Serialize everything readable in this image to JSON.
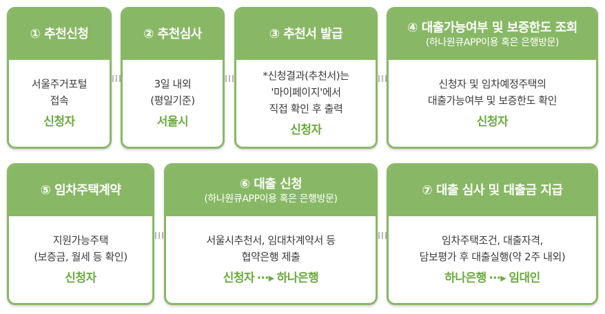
{
  "steps": [
    {
      "title": "① 추천신청",
      "lines": [
        "서울주거포털",
        "접속"
      ],
      "actor": "신청자"
    },
    {
      "title": "② 추천심사",
      "lines": [
        "3일 내외",
        "(평일기준)"
      ],
      "actor": "서울시"
    },
    {
      "title": "③ 추천서 발급",
      "lines": [
        "*신청결과(추천서)는",
        "'마이페이지'에서",
        "직접 확인 후 출력"
      ],
      "actor": "신청자"
    },
    {
      "title": "④ 대출가능여부 및 보증한도 조회",
      "subtitle": "(하나원큐APP이용 혹은 은행방문)",
      "lines": [
        "신청자 및 임차예정주택의",
        "대출가능여부 및 보증한도 확인"
      ],
      "actor": "신청자"
    },
    {
      "title": "⑤ 임차주택계약",
      "lines": [
        "지원가능주택",
        "(보증금, 월세 등 확인)"
      ],
      "actor": "신청자"
    },
    {
      "title": "⑥ 대출 신청",
      "subtitle": "(하나원큐APP이용 혹은 은행방문)",
      "lines": [
        "서울시추천서, 임대차계약서 등",
        "협약은행 제출"
      ],
      "actor_from": "신청자",
      "actor_to": "하나은행"
    },
    {
      "title": "⑦ 대출 심사 및 대출금 지급",
      "lines": [
        "임차주택조건, 대출자격,",
        "담보평가 후 대출실행(약 2주 내외)"
      ],
      "actor_from": "하나은행",
      "actor_to": "임대인"
    }
  ],
  "arrow_glyph": "⋯▸",
  "colors": {
    "header": "#88b865",
    "actor": "#6aab3c",
    "text": "#3a3a3a"
  }
}
